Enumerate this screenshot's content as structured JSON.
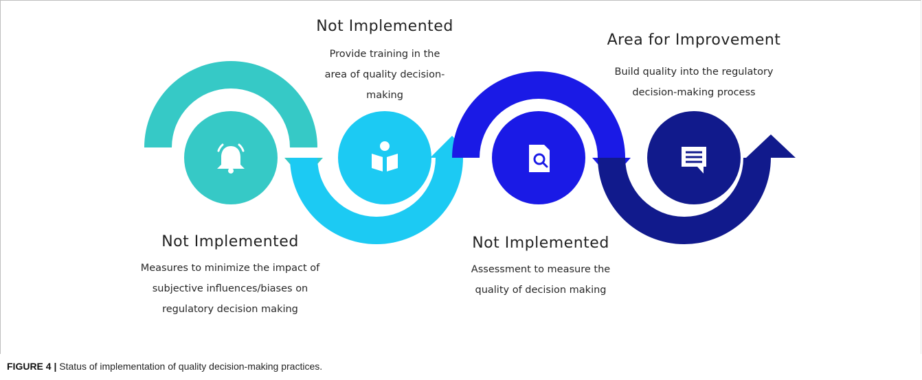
{
  "steps": [
    {
      "status": "Not Implemented",
      "description": "Measures to minimize the impact of subjective influences/biases on regulatory decision making",
      "icon": "bell-icon",
      "color": "#36c9c6"
    },
    {
      "status": "Not Implemented",
      "description": "Provide training in the area of quality decision-making",
      "icon": "book-reader-icon",
      "color": "#1ccaf3"
    },
    {
      "status": "Not Implemented",
      "description": "Assessment to measure the quality of decision making",
      "icon": "document-search-icon",
      "color": "#1a1ae6"
    },
    {
      "status": "Area for Improvement",
      "description": "Build quality into the regulatory decision-making process",
      "icon": "message-icon",
      "color": "#111a8c"
    }
  ],
  "caption": {
    "label": "FIGURE 4 |",
    "text": "Status of implementation of quality decision-making practices."
  }
}
